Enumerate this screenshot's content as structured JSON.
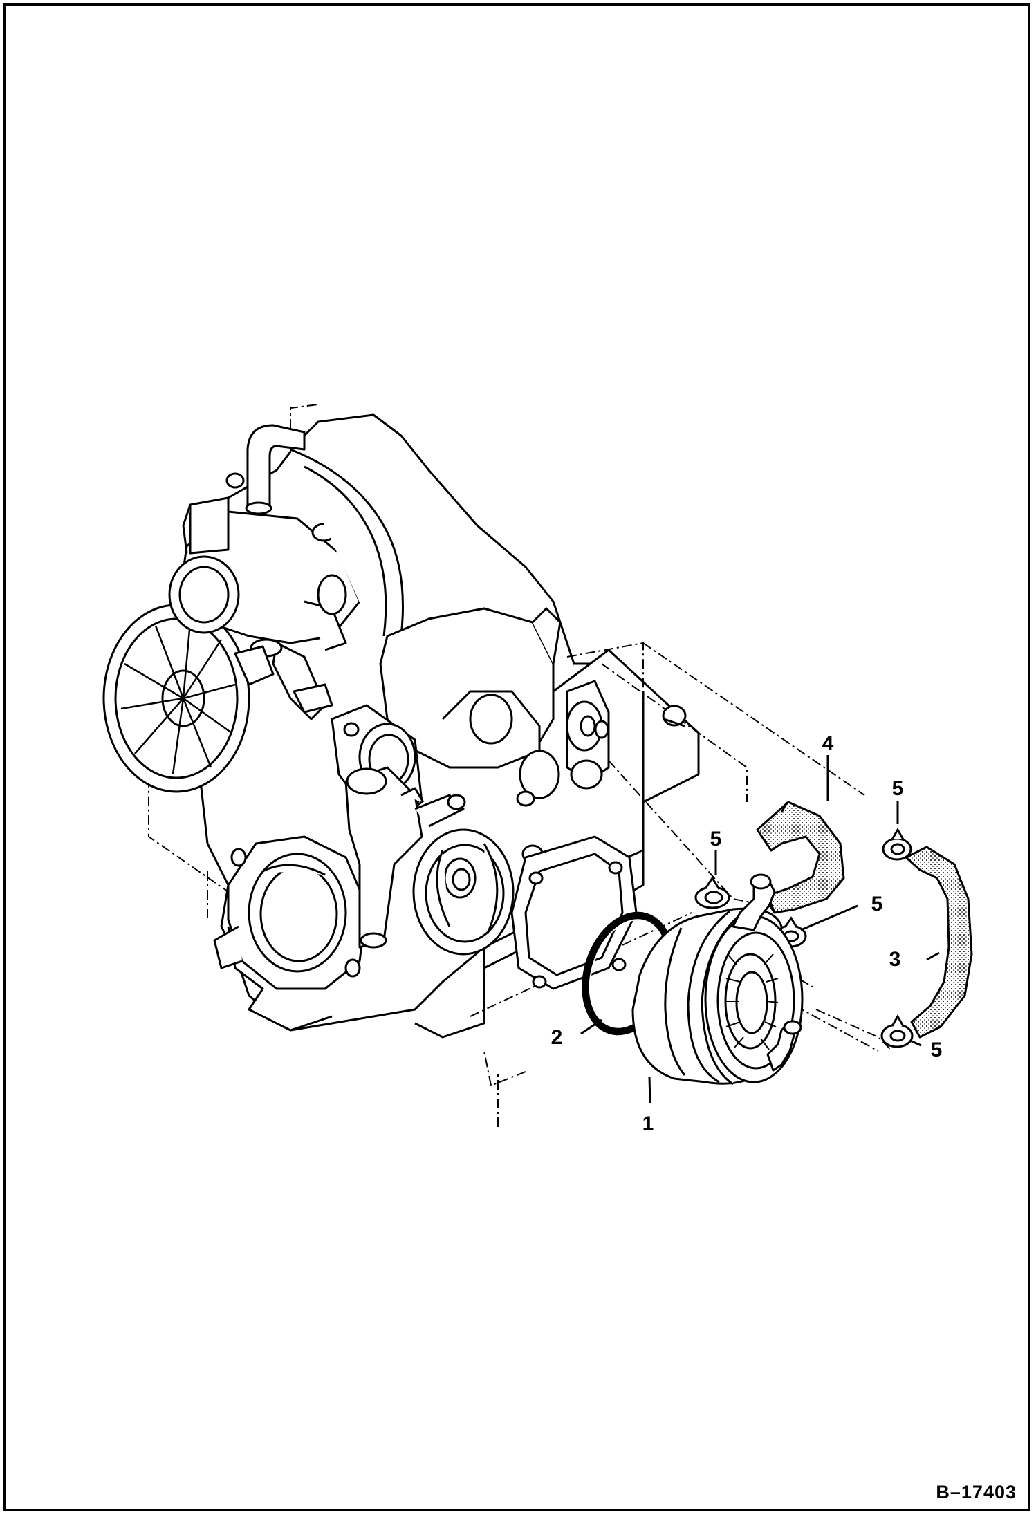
{
  "diagram": {
    "reference_code": "B–17403",
    "callouts": {
      "oil_cooler": "1",
      "o_ring": "2",
      "hose_lower": "3",
      "hose_upper": "4",
      "clamp_a": "5",
      "clamp_b": "5",
      "clamp_c": "5",
      "clamp_d": "5"
    }
  }
}
